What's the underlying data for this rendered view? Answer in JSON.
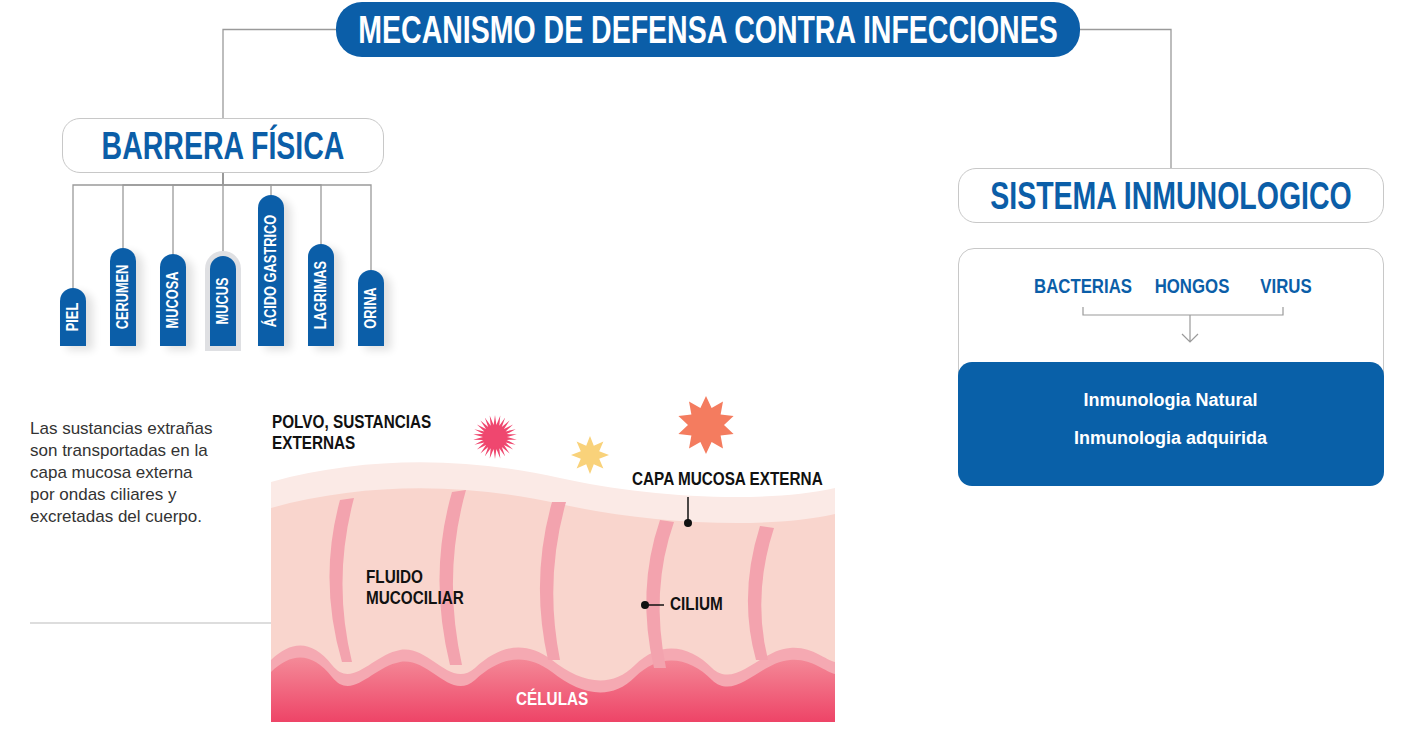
{
  "diagram": {
    "nodes": [
      {
        "text": [
          "MECANISMO DE DEFENSA CONTRA INFECCIONES"
        ]
      },
      {
        "text": [
          "BARRERA FÍSICA"
        ]
      },
      {
        "text": [
          "PIEL"
        ]
      },
      {
        "text": [
          "CERUMEN"
        ]
      },
      {
        "text": [
          "MUCOSA"
        ]
      },
      {
        "text": [
          "MUCUS"
        ]
      },
      {
        "text": [
          "ÁCIDO GASTRICO"
        ]
      },
      {
        "text": [
          "LAGRIMAS"
        ]
      },
      {
        "text": [
          "ORINA"
        ]
      },
      {
        "text": [
          "SISTEMA INMUNOLOGICO"
        ]
      },
      {
        "text": [
          "BACTERIAS",
          "HONGOS",
          "VIRUS"
        ]
      },
      {
        "text": [
          "Inmunologia Natural",
          "Inmunologia adquirida"
        ],
        "in": 10
      }
    ],
    "edges": [
      {
        "from": 0,
        "to": 1,
        "arrow": "none"
      },
      {
        "from": 0,
        "to": 9,
        "arrow": "none"
      },
      {
        "from": 1,
        "to": 2,
        "arrow": "none"
      },
      {
        "from": 1,
        "to": 3,
        "arrow": "none"
      },
      {
        "from": 1,
        "to": 4,
        "arrow": "none"
      },
      {
        "from": 1,
        "to": 5,
        "arrow": "none"
      },
      {
        "from": 1,
        "to": 6,
        "arrow": "none"
      },
      {
        "from": 1,
        "to": 7,
        "arrow": "none"
      },
      {
        "from": 1,
        "to": 8,
        "arrow": "none"
      }
    ],
    "labels": [
      "Las sustancias extrañas son transportadas en la capa mucosa externa por ondas ciliares y excretadas del cuerpo.",
      "POLVO, SUSTANCIAS EXTERNAS",
      "CAPA MUCOSA EXTERNA",
      "FLUIDO MUCOCILIAR",
      "CILIUM",
      "CÉLULAS"
    ]
  }
}
